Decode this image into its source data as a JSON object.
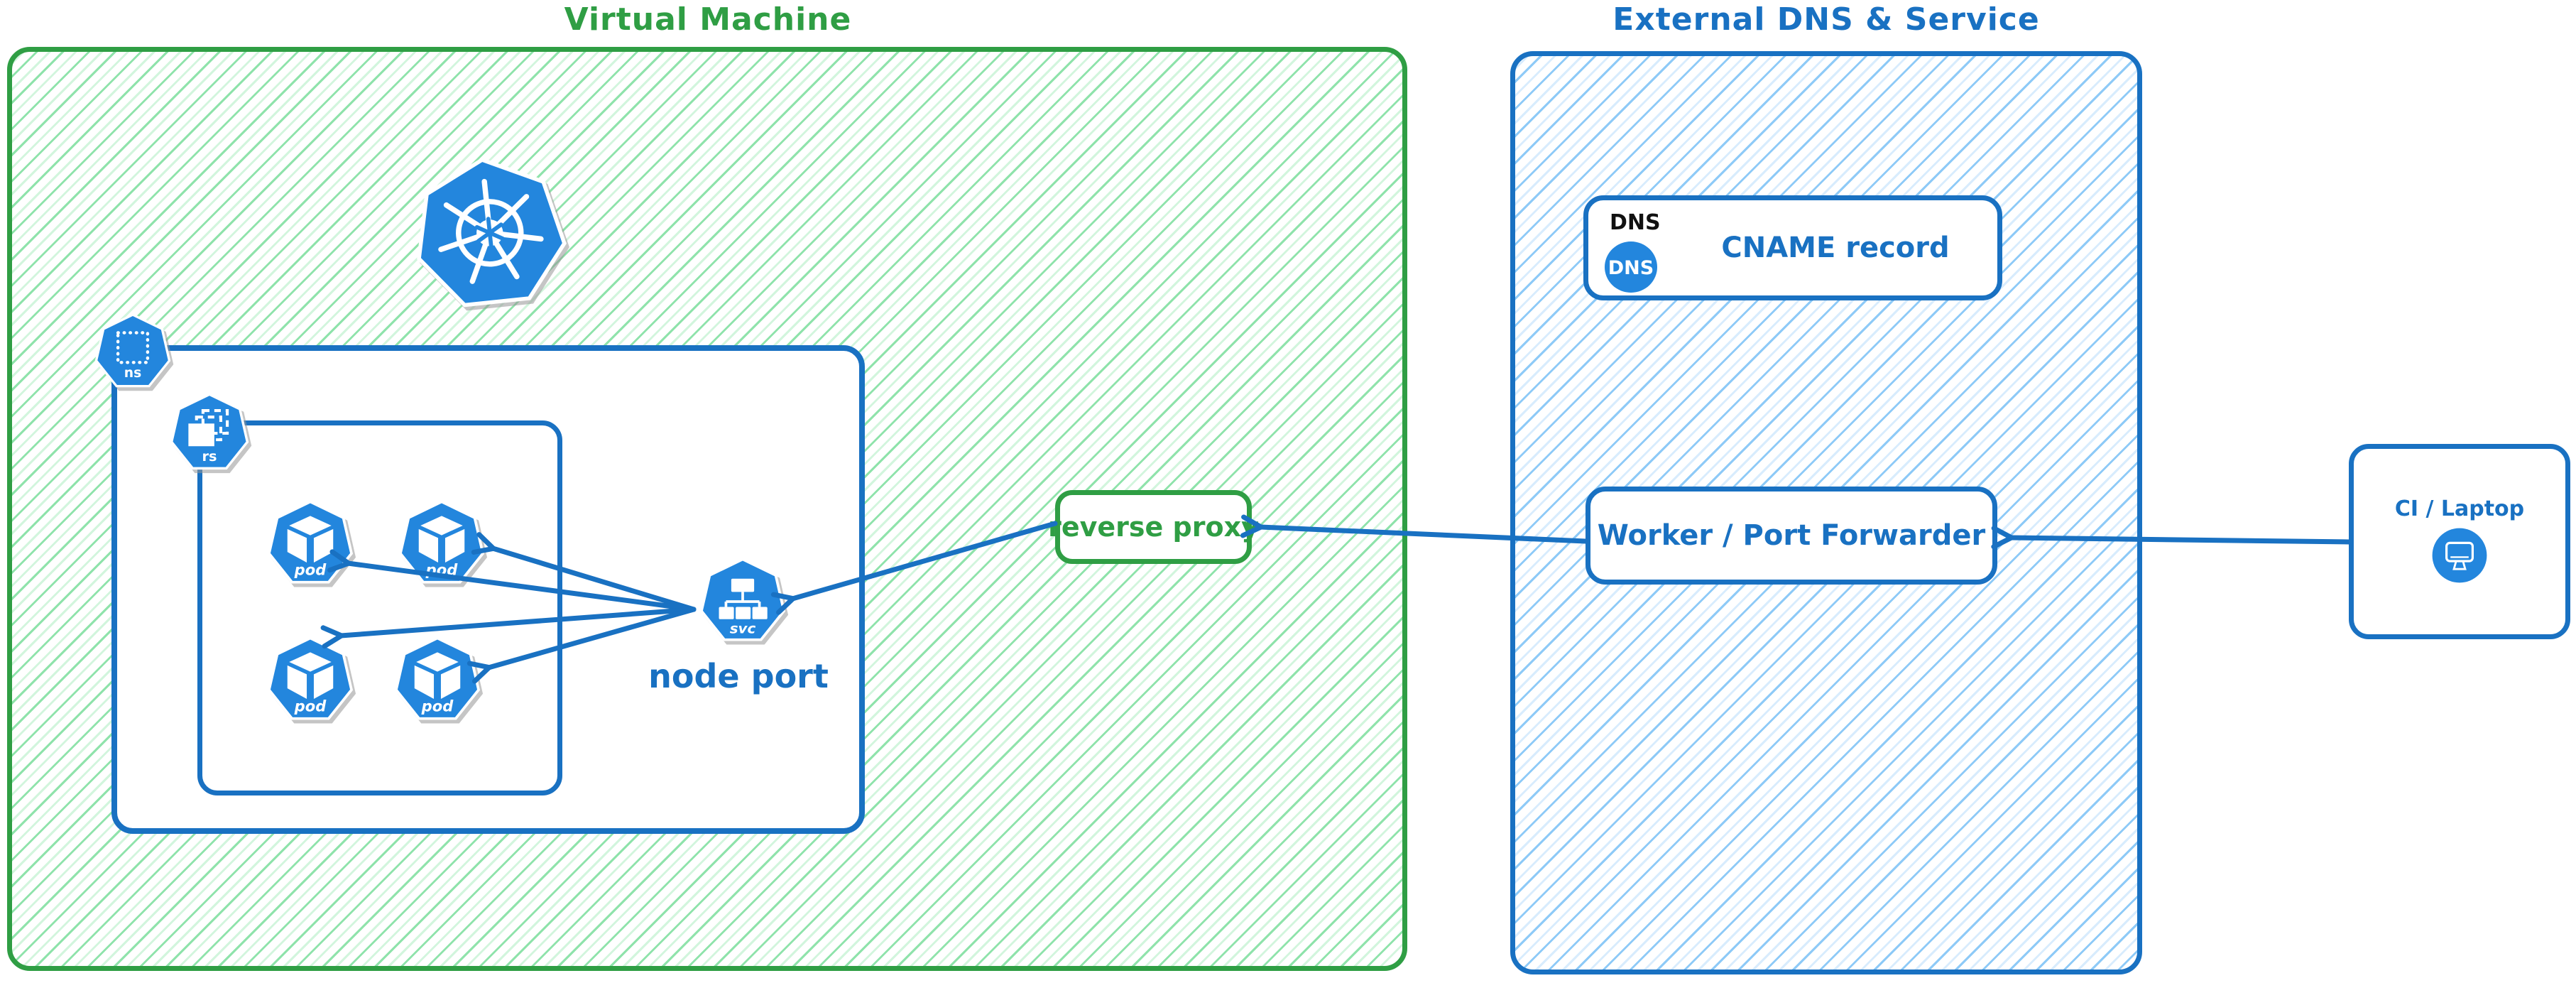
{
  "vm": {
    "title": "Virtual Machine"
  },
  "external": {
    "title": "External DNS & Service"
  },
  "dns": {
    "tag": "DNS",
    "icon_text": "DNS",
    "record": "CNAME record"
  },
  "worker": {
    "label": "Worker / Port Forwarder"
  },
  "ci": {
    "label": "CI / Laptop"
  },
  "reverse_proxy": {
    "label": "reverse proxy"
  },
  "node_port": {
    "label": "node port"
  },
  "icon_labels": {
    "namespace": "ns",
    "replicaset": "rs",
    "service": "svc",
    "pod": "pod"
  },
  "pods": [
    "pod",
    "pod",
    "pod",
    "pod"
  ],
  "colors": {
    "green_stroke": "#2f9e44",
    "green_hatch": "#8fe3ab",
    "blue_stroke": "#1971c2",
    "blue_hatch": "#8ecaf7",
    "icon_blue": "#2386dd",
    "dns_tag_text": "#111111",
    "card_bg": "#ffffff"
  }
}
